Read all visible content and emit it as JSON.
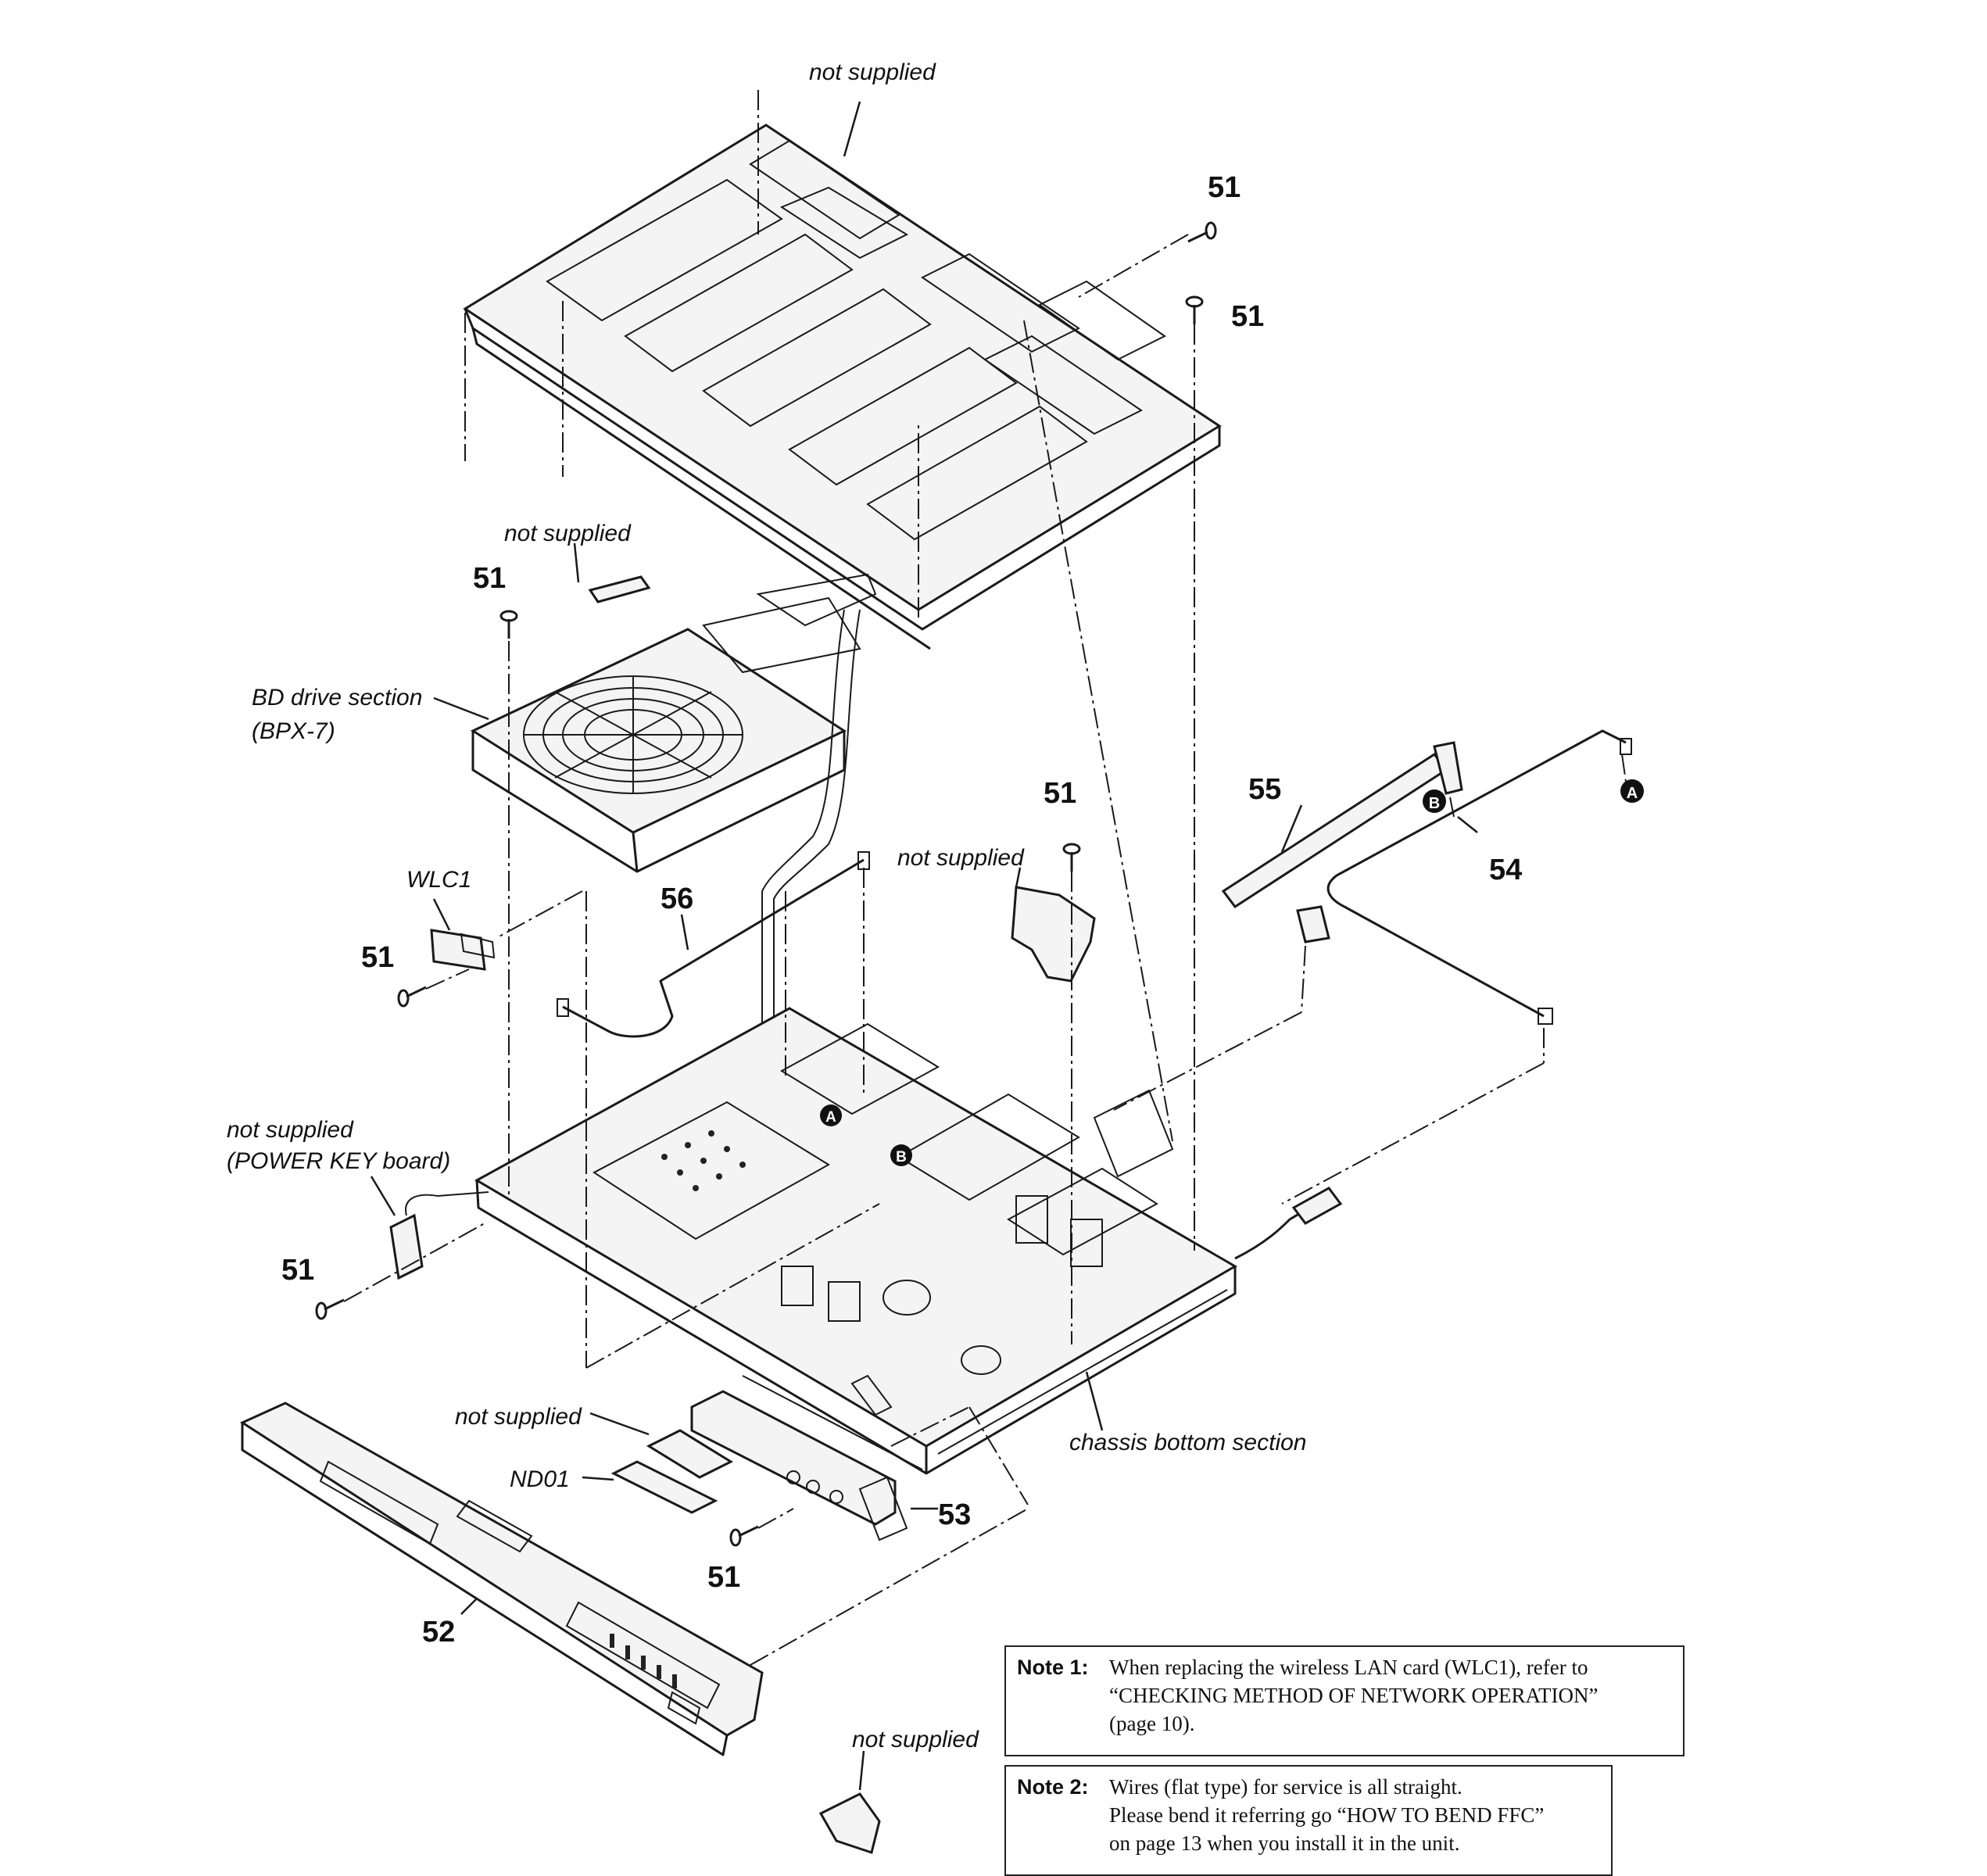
{
  "labels": {
    "not_supplied_top": "not supplied",
    "not_supplied_bd": "not supplied",
    "bd_drive": "BD drive section",
    "bd_drive_code": "(BPX-7)",
    "wlc1": "WLC1",
    "not_supplied_bracket": "not supplied",
    "not_supplied_power": "not supplied",
    "power_key_board": "(POWER KEY board)",
    "not_supplied_front": "not supplied",
    "nd01": "ND01",
    "chassis_bottom": "chassis bottom section",
    "not_supplied_cap": "not supplied"
  },
  "part_numbers": {
    "screw_51": "51",
    "front_panel_52": "52",
    "board_53": "53",
    "wire_54": "54",
    "ffc_55": "55",
    "wire_56": "56"
  },
  "markers": {
    "a": "A",
    "b": "B"
  },
  "notes": [
    {
      "label": "Note 1:",
      "lines": [
        "When replacing the wireless LAN card (WLC1), refer to",
        "“CHECKING METHOD OF NETWORK OPERATION”",
        "(page 10)."
      ]
    },
    {
      "label": "Note 2:",
      "lines": [
        "Wires (flat type) for service is all straight.",
        "Please bend it referring go “HOW TO BEND FFC”",
        "on page 13 when you install it in the unit."
      ]
    }
  ]
}
